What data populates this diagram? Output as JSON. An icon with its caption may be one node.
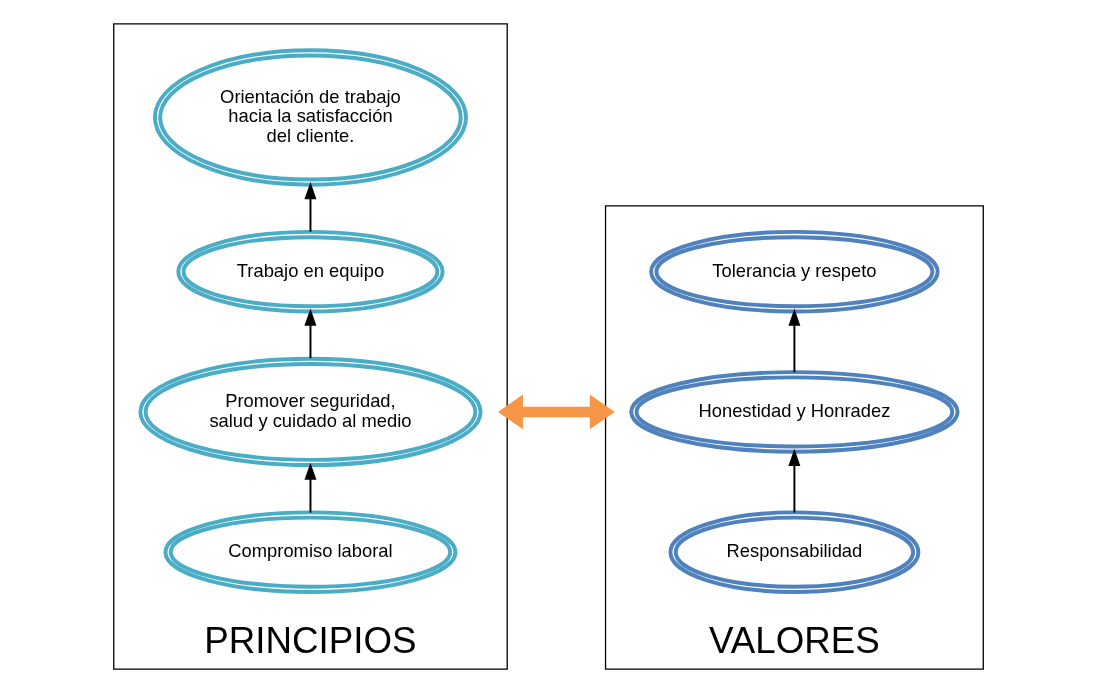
{
  "diagram": {
    "nodes": [
      {
        "text": [
          "PRINCIPIOS"
        ]
      },
      {
        "text": [
          "Orientación de trabajo hacia la satisfacción del cliente."
        ],
        "in": 0
      },
      {
        "text": [
          "Trabajo en equipo"
        ],
        "in": 0
      },
      {
        "text": [
          "Promover seguridad, salud y cuidado al medio"
        ],
        "in": 0
      },
      {
        "text": [
          "Compromiso laboral"
        ],
        "in": 0
      },
      {
        "text": [
          "VALORES"
        ]
      },
      {
        "text": [
          "Tolerancia y respeto"
        ],
        "in": 5
      },
      {
        "text": [
          "Honestidad y Honradez"
        ],
        "in": 5
      },
      {
        "text": [
          "Responsabilidad"
        ],
        "in": 5
      }
    ],
    "edges": [
      {
        "from": 2,
        "to": 1,
        "arrow": "to"
      },
      {
        "from": 3,
        "to": 2,
        "arrow": "to"
      },
      {
        "from": 4,
        "to": 3,
        "arrow": "to"
      },
      {
        "from": 7,
        "to": 6,
        "arrow": "to"
      },
      {
        "from": 8,
        "to": 7,
        "arrow": "to"
      },
      {
        "from": 0,
        "to": 5,
        "arrow": "both",
        "style": "thick",
        "color": "#f79646"
      }
    ]
  }
}
